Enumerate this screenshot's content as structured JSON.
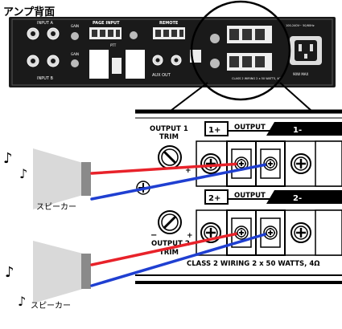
{
  "heading": "アンプ背面",
  "colors": {
    "positive_wire": "#e8222a",
    "negative_wire": "#1f3fd1",
    "panel": "#1a1a1a",
    "speaker_cone": "#d9d9d9",
    "magnet": "#8a8a8a"
  },
  "panel": {
    "input_a": "INPUT A",
    "input_b": "INPUT B",
    "gain_a": "GAIN",
    "gain_b": "GAIN",
    "page_input": "PAGE INPUT",
    "ptt": "PTT",
    "remote": "REMOTE",
    "aux_out": "AUX OUT",
    "output_1_trim": "OUTPUT 1 TRIM",
    "output_2_trim": "OUTPUT 2 TRIM",
    "output": "OUTPUT",
    "class2": "CLASS 2 WIRING 2 x 50 WATTS, 4Ω",
    "voltage": "100-240V~ 50/60Hz",
    "max": "90W MAX"
  },
  "zoom": {
    "output1_trim": "OUTPUT 1\nTRIM",
    "output2_trim": "OUTPUT 2\nTRIM",
    "output_label_1": "OUTPUT",
    "output_label_2": "OUTPUT",
    "plus_1": "1+",
    "minus_1": "1-",
    "plus_2": "2+",
    "minus_2": "2-",
    "minus_sign": "−",
    "plus_sign": "+",
    "class2_label": "CLASS 2 WIRING  2 x 50 WATTS, 4Ω"
  },
  "speakers": [
    {
      "label": "スピーカー"
    },
    {
      "label": "スピーカー"
    }
  ],
  "notes": [
    "♪",
    "♪",
    "♪",
    "♪"
  ]
}
